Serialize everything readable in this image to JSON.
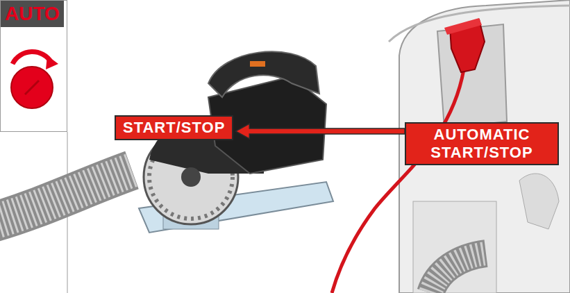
{
  "diagram": {
    "nodes": [
      {
        "text": [
          "AUTO"
        ]
      },
      {
        "text": [
          "START/STOP"
        ]
      },
      {
        "text": [
          "AUTOMATIC START/STOP"
        ]
      }
    ],
    "edges": [
      {
        "from": 2,
        "to": 1,
        "arrow": "to"
      }
    ]
  }
}
